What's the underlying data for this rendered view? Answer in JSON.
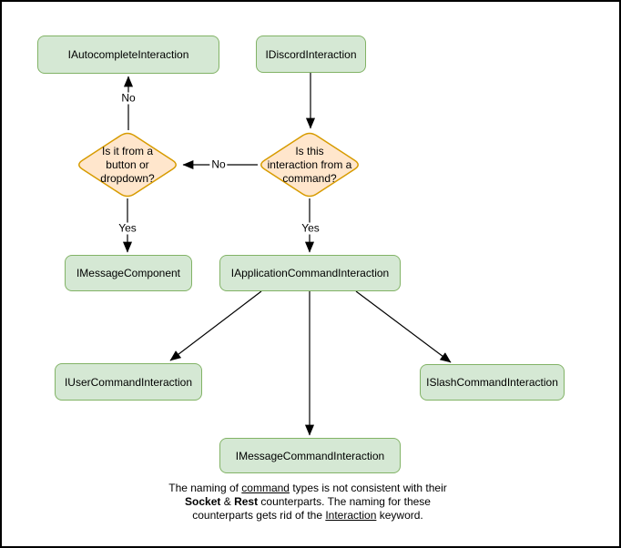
{
  "diagram": {
    "colors": {
      "canvas_bg": "#ffffff",
      "frame": "#000000",
      "ink": "#000000",
      "node_fill": "#d5e8d4",
      "node_stroke": "#82b366",
      "decision_fill": "#ffe6cc",
      "decision_stroke": "#d79b00"
    },
    "nodes": {
      "autocomplete": "IAutocompleteInteraction",
      "discord": "IDiscordInteraction",
      "message_component": "IMessageComponent",
      "application_command": "IApplicationCommandInteraction",
      "user_command": "IUserCommandInteraction",
      "slash_command": "ISlashCommandInteraction",
      "message_command": "IMessageCommandInteraction"
    },
    "decisions": {
      "button_dropdown": "Is it from a\nbutton or\ndropdown?",
      "from_command": "Is this\ninteraction from a\ncommand?"
    },
    "edge_labels": {
      "no_autocomplete": "No",
      "no_button_dropdown": "No",
      "yes_message_component": "Yes",
      "yes_application_command": "Yes"
    },
    "note_lines": [
      [
        {
          "t": "The naming of "
        },
        {
          "t": "command",
          "u": true
        },
        {
          "t": " types is not consistent with their"
        }
      ],
      [
        {
          "t": "Socket",
          "b": true
        },
        {
          "t": " & "
        },
        {
          "t": "Rest",
          "b": true
        },
        {
          "t": " counterparts. The naming for these"
        }
      ],
      [
        {
          "t": "counterparts gets rid of the "
        },
        {
          "t": "Interaction",
          "u": true
        },
        {
          "t": " keyword."
        }
      ]
    ]
  }
}
